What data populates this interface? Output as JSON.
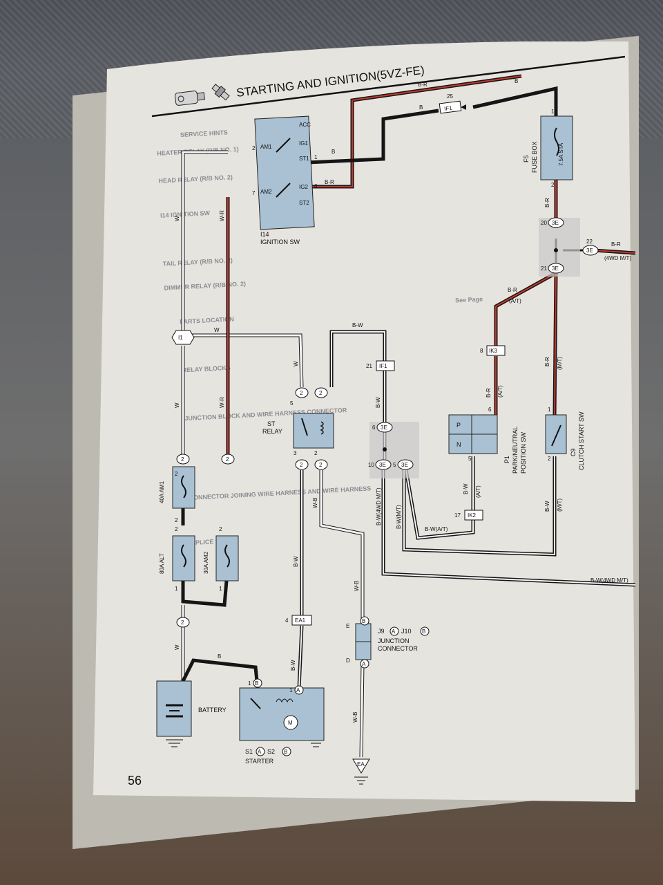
{
  "header": {
    "title": "STARTING AND IGNITION(5VZ-FE)"
  },
  "page_number": "56",
  "components": {
    "ignition_switch": {
      "code": "I14",
      "name": "IGNITION SW",
      "terminals": [
        "AM1",
        "ACC",
        "IG1",
        "ST1",
        "AM2",
        "IG2",
        "ST2"
      ],
      "pins": [
        "2",
        "1",
        "7",
        "6"
      ]
    },
    "fuse_box": {
      "code": "F5",
      "name": "FUSE BOX",
      "fuse": "7.5A STA",
      "pins": [
        "1",
        "2"
      ]
    },
    "st_relay": {
      "name": "ST",
      "name2": "RELAY",
      "pins": [
        "5",
        "3",
        "2"
      ]
    },
    "park_neutral_sw": {
      "code": "P1",
      "name": "PARK/NEUTRAL",
      "name2": "POSITION SW",
      "positions": [
        "P",
        "N"
      ],
      "pins": [
        "6",
        "5"
      ]
    },
    "clutch_start_sw": {
      "code": "C9",
      "name": "CLUTCH START SW",
      "pins": [
        "1",
        "2"
      ]
    },
    "fuse_am1": {
      "name": "40A AM1",
      "pins": [
        "2",
        "2"
      ]
    },
    "fuse_alt": {
      "name": "80A ALT",
      "pins": [
        "2",
        "1"
      ]
    },
    "fuse_am2": {
      "name": "30A AM2",
      "pins": [
        "2",
        "1"
      ]
    },
    "battery": {
      "name": "BATTERY"
    },
    "starter": {
      "code": "S1",
      "code2": "S2",
      "ref_a": "A",
      "ref_b": "B",
      "name": "STARTER",
      "pin_b": "1",
      "pin_a": "1",
      "motor": "M"
    },
    "junction_connector": {
      "code": "J9",
      "code2": "J10",
      "ref_a": "A",
      "ref_b": "B",
      "name": "JUNCTION",
      "name2": "CONNECTOR",
      "pins": [
        "E",
        "B",
        "D",
        "A"
      ]
    },
    "ground_ea": {
      "code": "EA"
    }
  },
  "connectors": {
    "if1_top": {
      "code": "IF1",
      "pin": "25"
    },
    "if1_mid": {
      "code": "IF1",
      "pin": "21"
    },
    "ik3": {
      "code": "IK3",
      "pin": "8"
    },
    "ik2": {
      "code": "IK2",
      "pin": "17"
    },
    "ea1": {
      "code": "EA1",
      "pin": "4"
    },
    "i1": {
      "code": "I1"
    },
    "c3e": {
      "code": "3E",
      "pins": [
        "20",
        "22",
        "21",
        "6",
        "10",
        "5"
      ]
    },
    "c2": {
      "code": "2",
      "pins": [
        "5",
        "3",
        "2",
        "2",
        "2",
        "2"
      ]
    }
  },
  "wires": {
    "b": "B",
    "br": "B-R",
    "w": "W",
    "wr": "W-R",
    "bw": "B-W",
    "wb": "W-B",
    "br_at": "B-R\n(A/T)",
    "at": "(A/T)",
    "mt": "(M/T)",
    "bw_4wd_mt": "B-W(4WD M/T)",
    "bw_mt": "B-W(M/T)",
    "bw_at": "B-W(A/T)",
    "wd4_mt": "(4WD M/T)"
  },
  "colors": {
    "wire_black": "#151515",
    "wire_red": "#c0392b",
    "wire_white": "#f5f5f5",
    "component_fill": "#a9c1d3",
    "paper": "#e6e4df",
    "ghost_text": "#8b8d92"
  },
  "ghost": {
    "service_hints": "SERVICE HINTS",
    "heater_relay": "HEATER RELAY (R/B NO. 1)",
    "head_relay": "HEAD RELAY (R/B NO. 2)",
    "ign_sw": "I14 IGNITION SW",
    "tail_relay": "TAIL RELAY (R/B NO. 2)",
    "dimmer_relay": "DIMMER RELAY (R/B NO. 2)",
    "parts_location": "PARTS LOCATION",
    "relay_blocks": "RELAY BLOCKS",
    "junction_block": "JUNCTION BLOCK AND WIRE HARNESS CONNECTOR",
    "connector_joining": "CONNECTOR JOINING WIRE HARNESS AND WIRE HARNESS",
    "splice_points": "SPLICE POINTS",
    "see_page": "See Page"
  }
}
